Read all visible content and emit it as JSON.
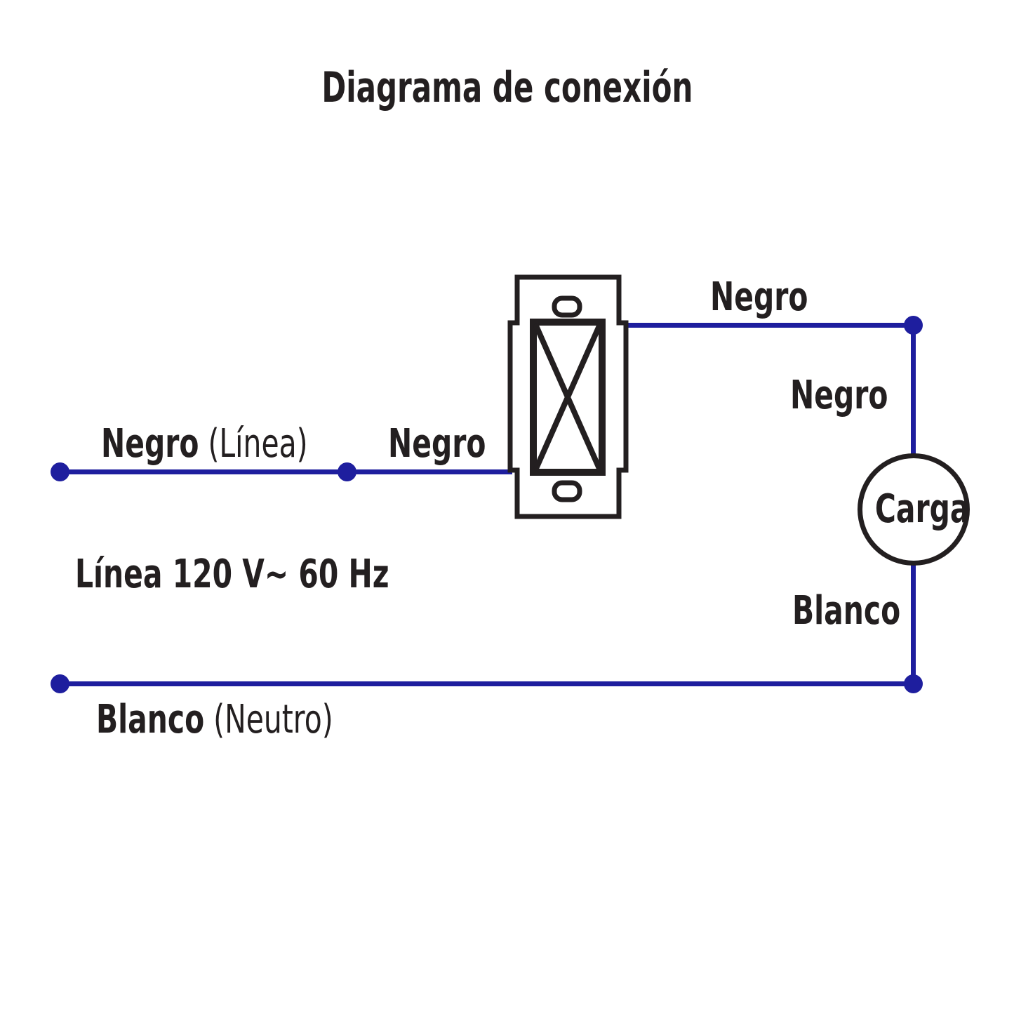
{
  "title": "Diagrama de conexión",
  "colors": {
    "wire": "#1e1e9e",
    "ink": "#231f20"
  },
  "labels": {
    "negro_linea_bold": "Negro",
    "negro_linea_paren": " (Línea)",
    "negro_mid": "Negro",
    "negro_top": "Negro",
    "negro_right": "Negro",
    "carga": "Carga",
    "blanco_right": "Blanco",
    "blanco_neutro_bold": "Blanco",
    "blanco_neutro_paren": " (Neutro)",
    "line_spec": "Línea 120 V~ 60 Hz"
  }
}
